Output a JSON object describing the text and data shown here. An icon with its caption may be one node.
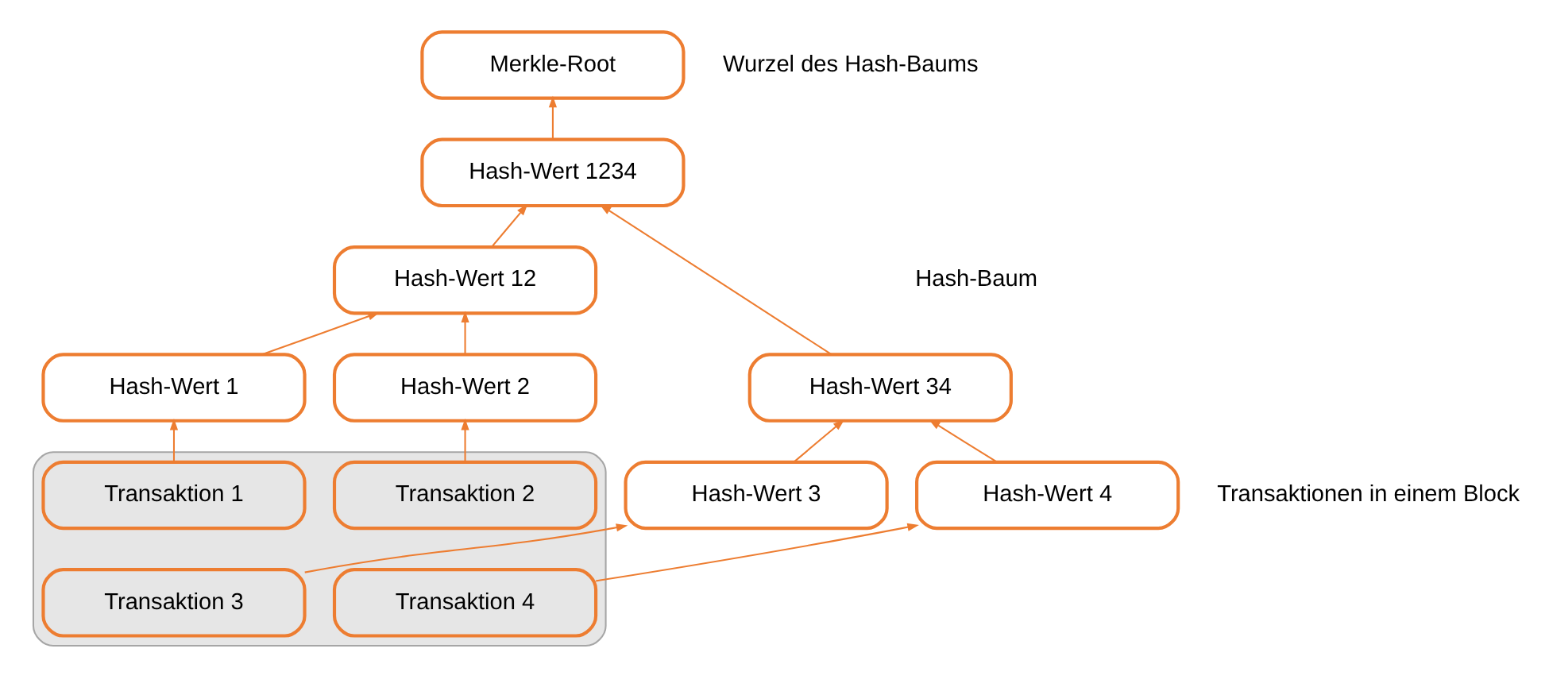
{
  "diagram": {
    "nodes": [
      {
        "text": [
          "Merkle-Root"
        ]
      },
      {
        "text": [
          "Hash-Wert 1234"
        ]
      },
      {
        "text": [
          "Hash-Wert 12"
        ]
      },
      {
        "text": [
          "Hash-Wert 34"
        ]
      },
      {
        "text": [
          "Hash-Wert 1"
        ]
      },
      {
        "text": [
          "Hash-Wert 2"
        ]
      },
      {
        "text": [
          "Hash-Wert 3"
        ]
      },
      {
        "text": [
          "Hash-Wert 4"
        ]
      },
      {
        "text": [],
        "shape": "box"
      },
      {
        "text": [
          "Transaktion 1"
        ],
        "in": 8
      },
      {
        "text": [
          "Transaktion 2"
        ],
        "in": 8
      },
      {
        "text": [
          "Transaktion 3"
        ],
        "in": 8
      },
      {
        "text": [
          "Transaktion 4"
        ],
        "in": 8
      }
    ],
    "edges": [
      {
        "from": 9,
        "to": 4,
        "arrow": "to"
      },
      {
        "from": 10,
        "to": 5,
        "arrow": "to"
      },
      {
        "from": 11,
        "to": 6,
        "arrow": "to"
      },
      {
        "from": 12,
        "to": 7,
        "arrow": "to"
      },
      {
        "from": 4,
        "to": 2,
        "arrow": "to"
      },
      {
        "from": 5,
        "to": 2,
        "arrow": "to"
      },
      {
        "from": 6,
        "to": 3,
        "arrow": "to"
      },
      {
        "from": 7,
        "to": 3,
        "arrow": "to"
      },
      {
        "from": 2,
        "to": 1,
        "arrow": "to"
      },
      {
        "from": 3,
        "to": 1,
        "arrow": "to"
      },
      {
        "from": 1,
        "to": 0,
        "arrow": "to"
      }
    ],
    "labels": [
      "Wurzel des Hash-Baums",
      "Hash-Baum",
      "Transaktionen in einem Block"
    ]
  }
}
